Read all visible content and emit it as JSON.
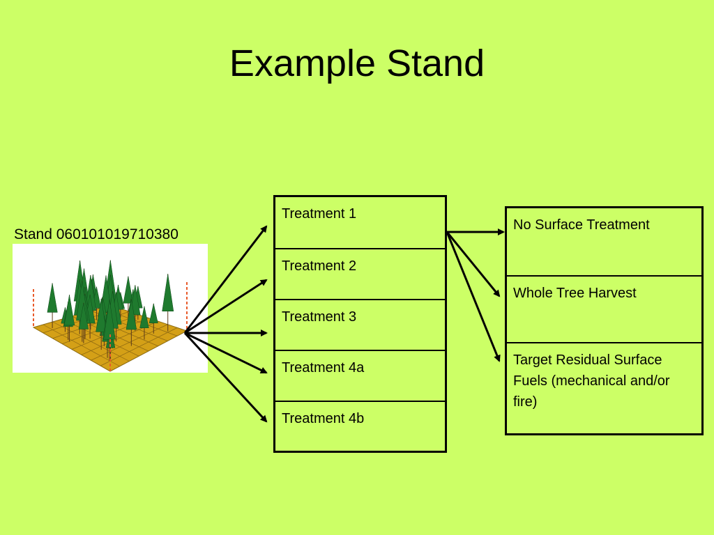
{
  "title": "Example Stand",
  "stand": {
    "label": "Stand 060101019710380"
  },
  "treatments": [
    {
      "label": "Treatment 1"
    },
    {
      "label": "Treatment 2"
    },
    {
      "label": "Treatment 3"
    },
    {
      "label": "Treatment 4a"
    },
    {
      "label": "Treatment 4b"
    }
  ],
  "surface_treatments": [
    {
      "label": "No Surface Treatment"
    },
    {
      "label": "Whole Tree Harvest"
    },
    {
      "label": "Target Residual Surface Fuels (mechanical and/or fire)"
    }
  ],
  "colors": {
    "background": "#ccff66",
    "ground": "#d4a017",
    "tree": "#1f7a2e",
    "arrow": "#000000"
  }
}
